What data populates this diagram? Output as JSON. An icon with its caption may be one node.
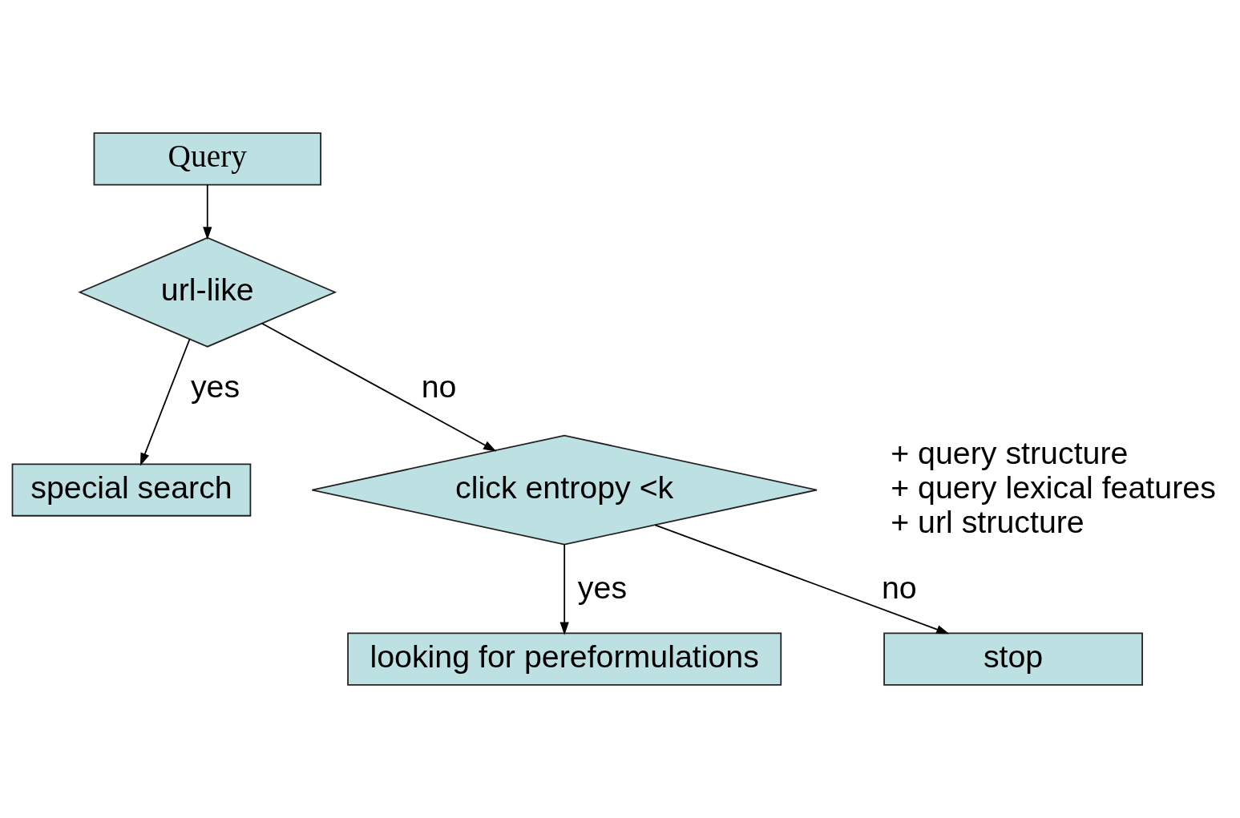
{
  "diagram": {
    "nodes": [
      {
        "text": [
          "Query"
        ]
      },
      {
        "text": [
          "url-like"
        ]
      },
      {
        "text": [
          "special search"
        ]
      },
      {
        "text": [
          "click entropy <k"
        ]
      },
      {
        "text": [
          "looking for pereformulations"
        ]
      },
      {
        "text": [
          "stop"
        ]
      }
    ],
    "edges": [
      {
        "from": 0,
        "to": 1,
        "arrow": "to"
      },
      {
        "from": 1,
        "to": 2,
        "arrow": "to",
        "label": "yes"
      },
      {
        "from": 1,
        "to": 3,
        "arrow": "to",
        "label": "no"
      },
      {
        "from": 3,
        "to": 4,
        "arrow": "to",
        "label": "yes"
      },
      {
        "from": 3,
        "to": 5,
        "arrow": "to",
        "label": "no"
      }
    ],
    "labels": [
      "+ query structure",
      "+ query lexical features",
      "+ url structure"
    ]
  }
}
